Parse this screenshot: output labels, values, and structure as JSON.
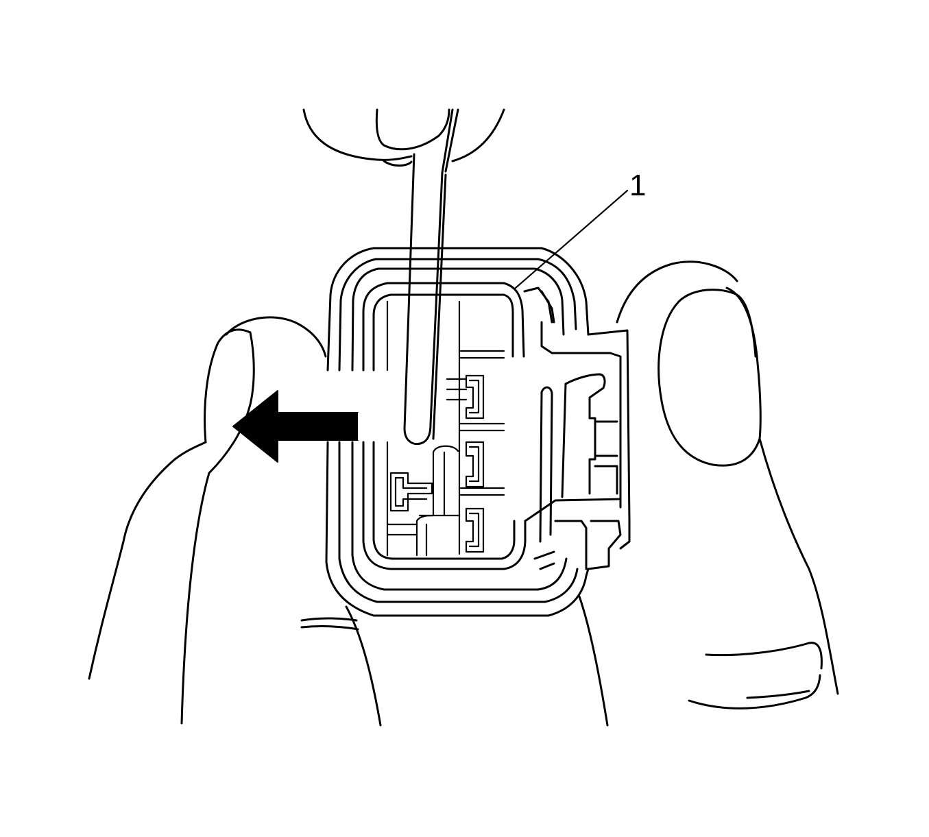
{
  "figure": {
    "description_type": "technical line illustration",
    "callouts": [
      {
        "label": "1",
        "target": "connector-terminal-position-assurance"
      }
    ],
    "arrow_direction": "left",
    "colors": {
      "line": "#000000",
      "background": "#ffffff"
    }
  }
}
